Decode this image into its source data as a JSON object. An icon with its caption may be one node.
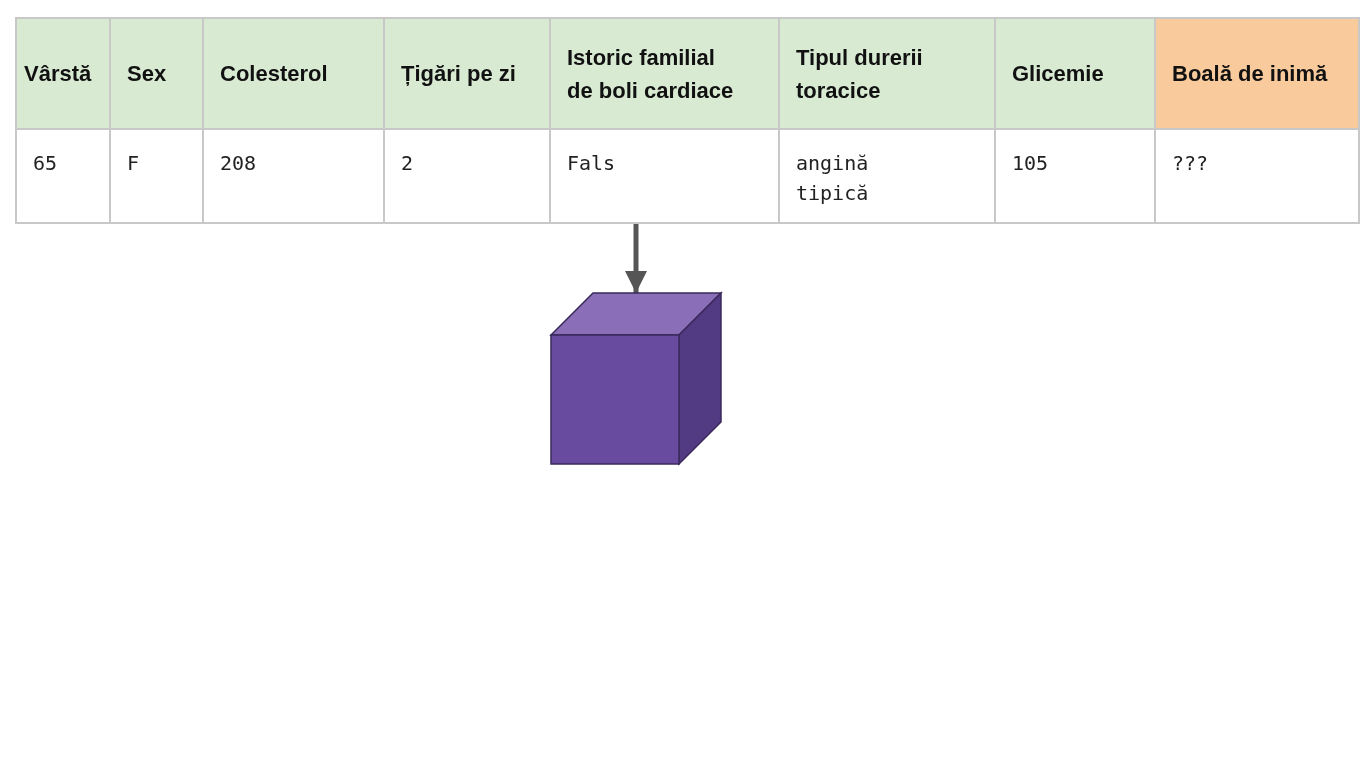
{
  "diagram": {
    "nodes": [
      {
        "text": [],
        "shape": "table"
      },
      {
        "text": [],
        "shape": "cube"
      }
    ],
    "edges": [
      {
        "from": 0,
        "to": 1,
        "arrow": "to"
      }
    ],
    "labels": [
      "Vârstă",
      "Sex",
      "Colesterol",
      "Țigări pe zi",
      "Istoric familial de boli cardiace",
      "Tipul durerii toracice",
      "Glicemie",
      "Boală de inimă",
      "65",
      "F",
      "208",
      "2",
      "Fals",
      "angină tipică",
      "105",
      "???"
    ]
  }
}
